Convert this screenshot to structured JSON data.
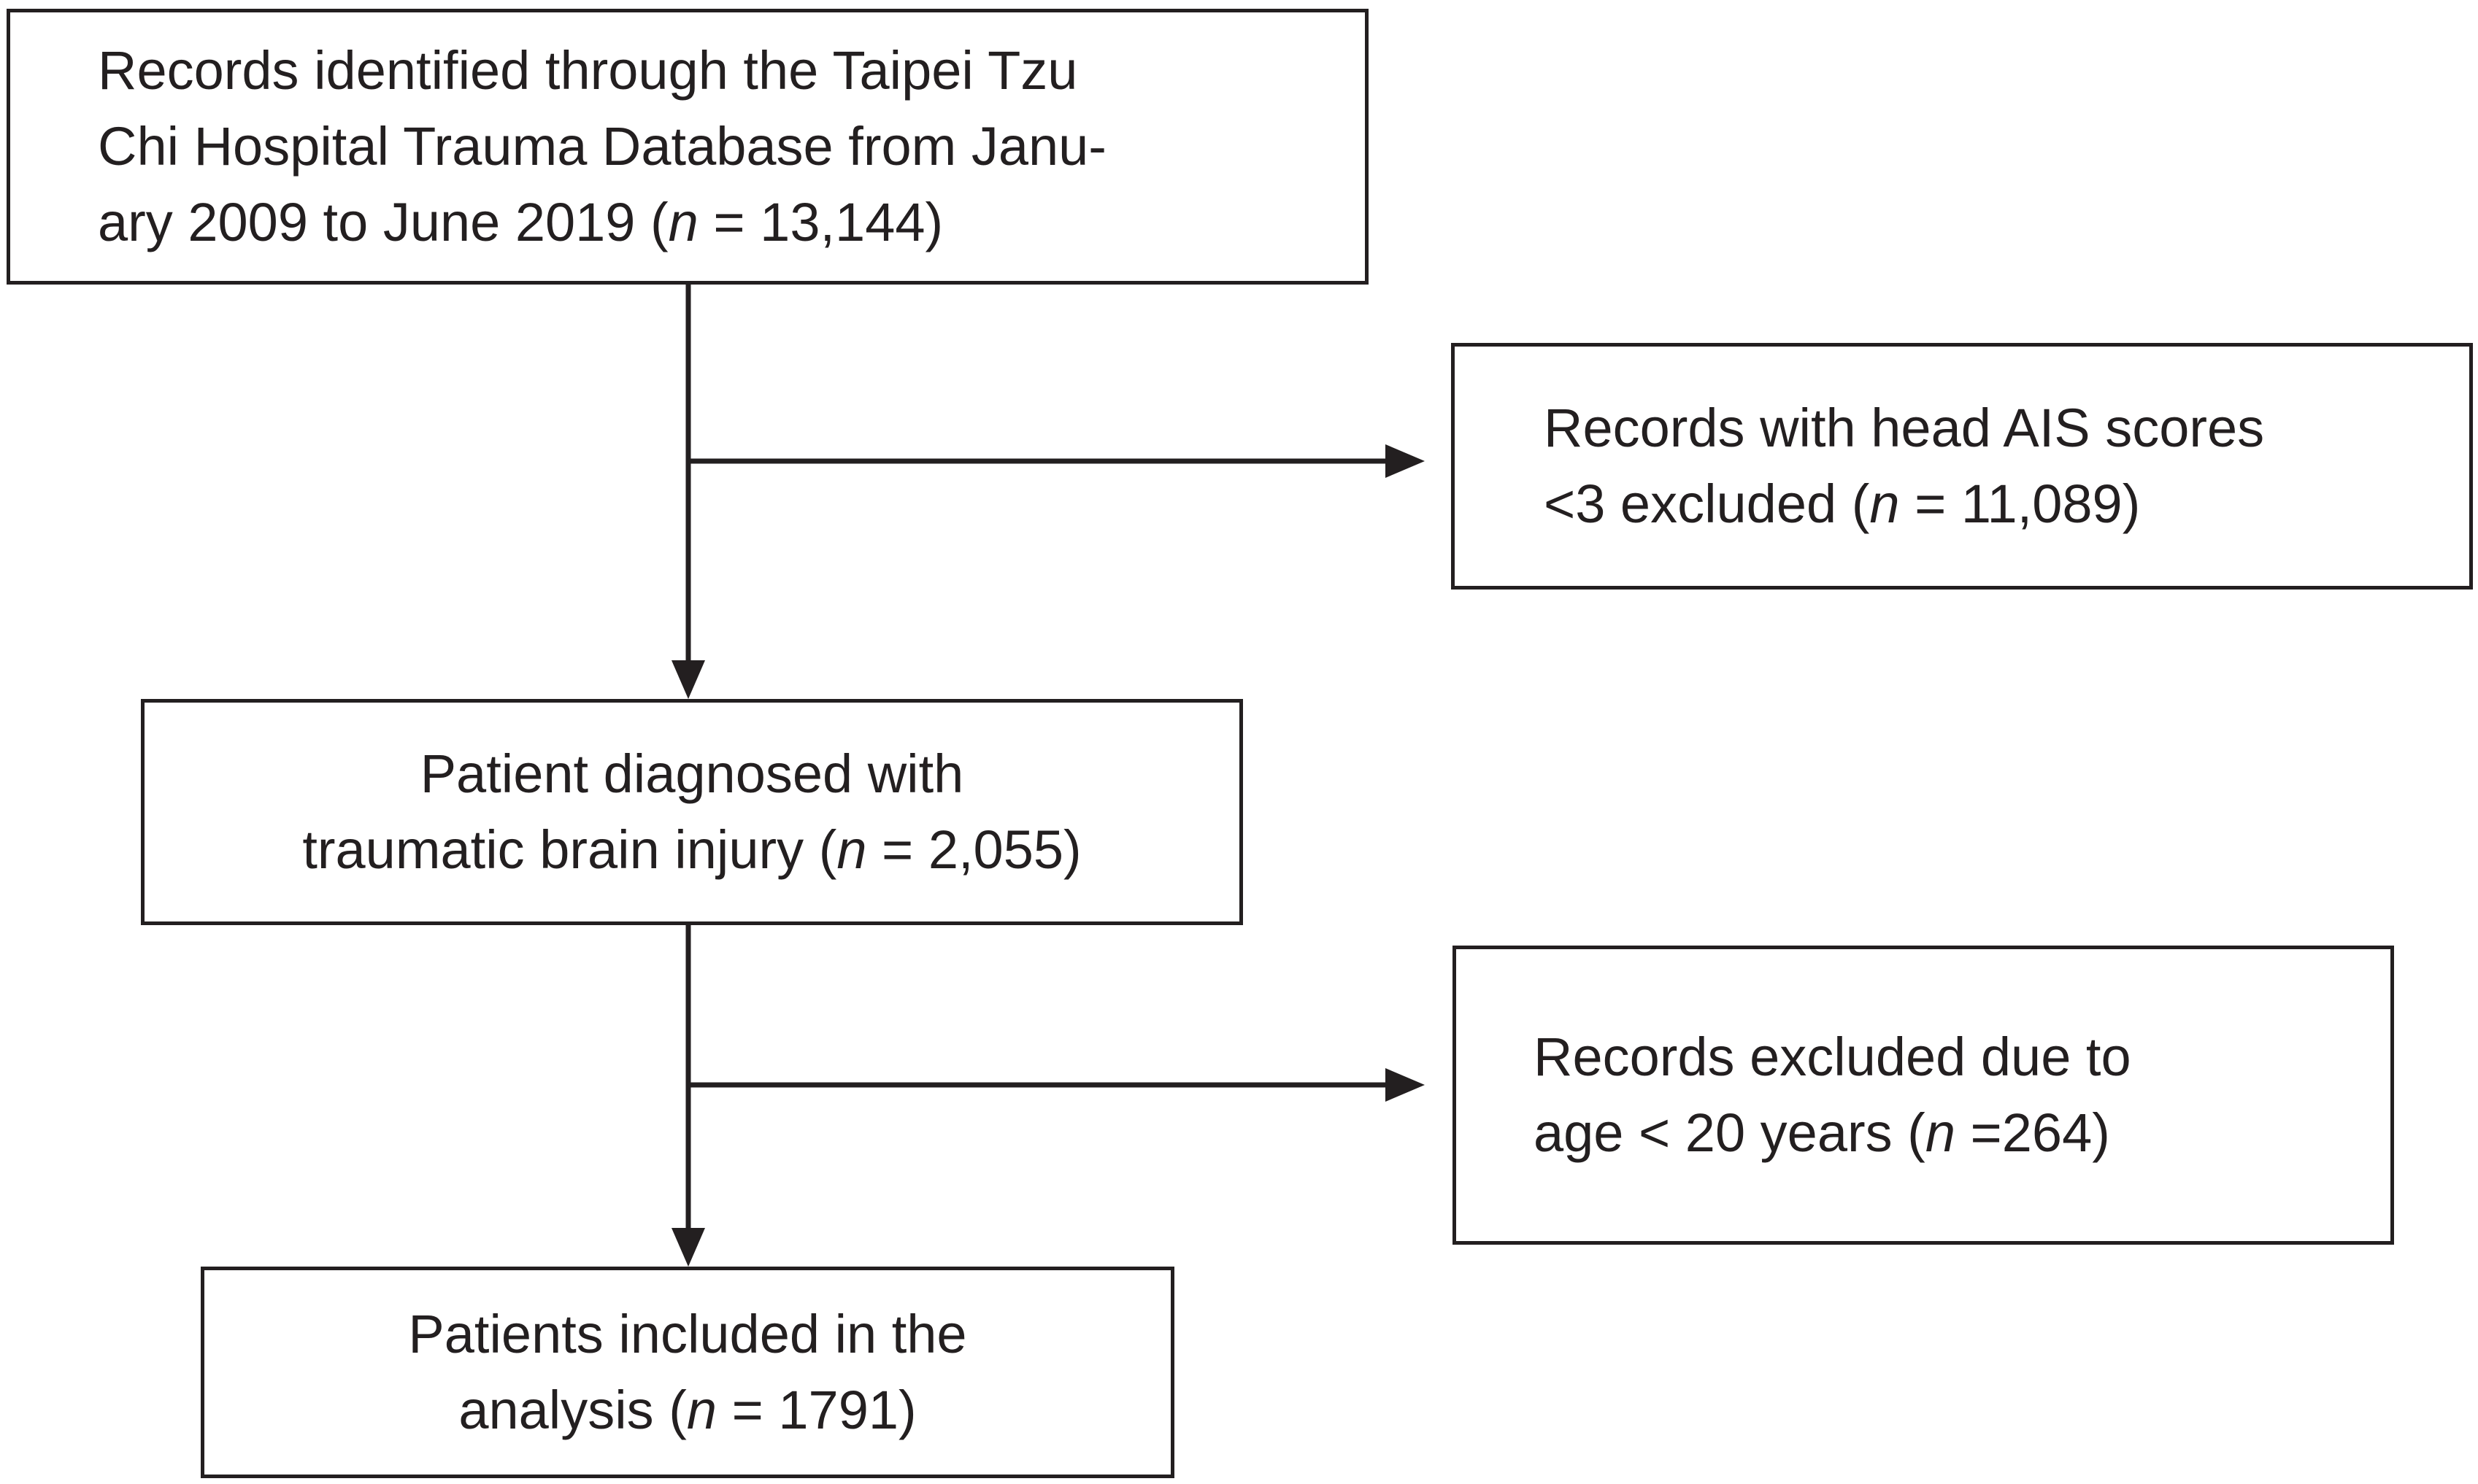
{
  "flowchart": {
    "box_records_identified": {
      "lines": [
        "Records identified through the Taipei Tzu",
        "Chi Hospital Trauma Database from Janu-"
      ],
      "last_line": {
        "pre": "ary 2009 to June 2019 (",
        "n": "n",
        "post": " = 13,144)"
      }
    },
    "box_excluded_ais": {
      "lines": [
        "Records with head AIS scores"
      ],
      "last_line": {
        "pre": "<3 excluded (",
        "n": "n",
        "post": " = 11,089)"
      }
    },
    "box_tbi": {
      "lines": [
        "Patient diagnosed with"
      ],
      "last_line": {
        "pre": "traumatic brain injury (",
        "n": "n",
        "post": " = 2,055)"
      }
    },
    "box_excluded_age": {
      "lines": [
        "Records excluded due to"
      ],
      "last_line": {
        "pre": "age < 20 years (",
        "n": "n",
        "post": " =264)"
      }
    },
    "box_included": {
      "lines": [
        "Patients included in the"
      ],
      "last_line": {
        "pre": "analysis (",
        "n": "n",
        "post": " = 1791)"
      }
    }
  }
}
